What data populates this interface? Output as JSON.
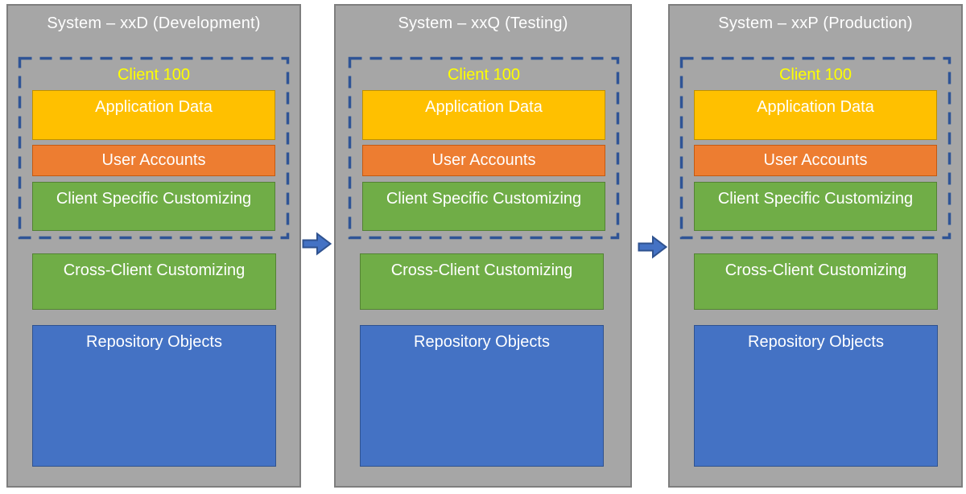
{
  "panels": [
    {
      "title": "System – xxD (Development)",
      "client": {
        "label": "Client 100",
        "application_data": "Application Data",
        "user_accounts": "User Accounts",
        "client_specific_customizing": "Client Specific Customizing"
      },
      "cross_client_customizing": "Cross-Client Customizing",
      "repository_objects": "Repository Objects"
    },
    {
      "title": "System – xxQ (Testing)",
      "client": {
        "label": "Client 100",
        "application_data": "Application Data",
        "user_accounts": "User Accounts",
        "client_specific_customizing": "Client Specific Customizing"
      },
      "cross_client_customizing": "Cross-Client Customizing",
      "repository_objects": "Repository Objects"
    },
    {
      "title": "System – xxP (Production)",
      "client": {
        "label": "Client 100",
        "application_data": "Application Data",
        "user_accounts": "User Accounts",
        "client_specific_customizing": "Client Specific Customizing"
      },
      "cross_client_customizing": "Cross-Client Customizing",
      "repository_objects": "Repository Objects"
    }
  ],
  "colors": {
    "panel_bg": "#A6A6A6",
    "panel_border": "#7E7E7E",
    "application_data": "#FFC000",
    "user_accounts": "#ED7D31",
    "customizing_green": "#70AD47",
    "repository_blue": "#4472C4",
    "dashed_boundary": "#2F5496",
    "client_label_text": "#FFFF00",
    "title_text": "#FFFFFF",
    "arrow_fill": "#4472C4",
    "arrow_outline": "#2F528F"
  }
}
